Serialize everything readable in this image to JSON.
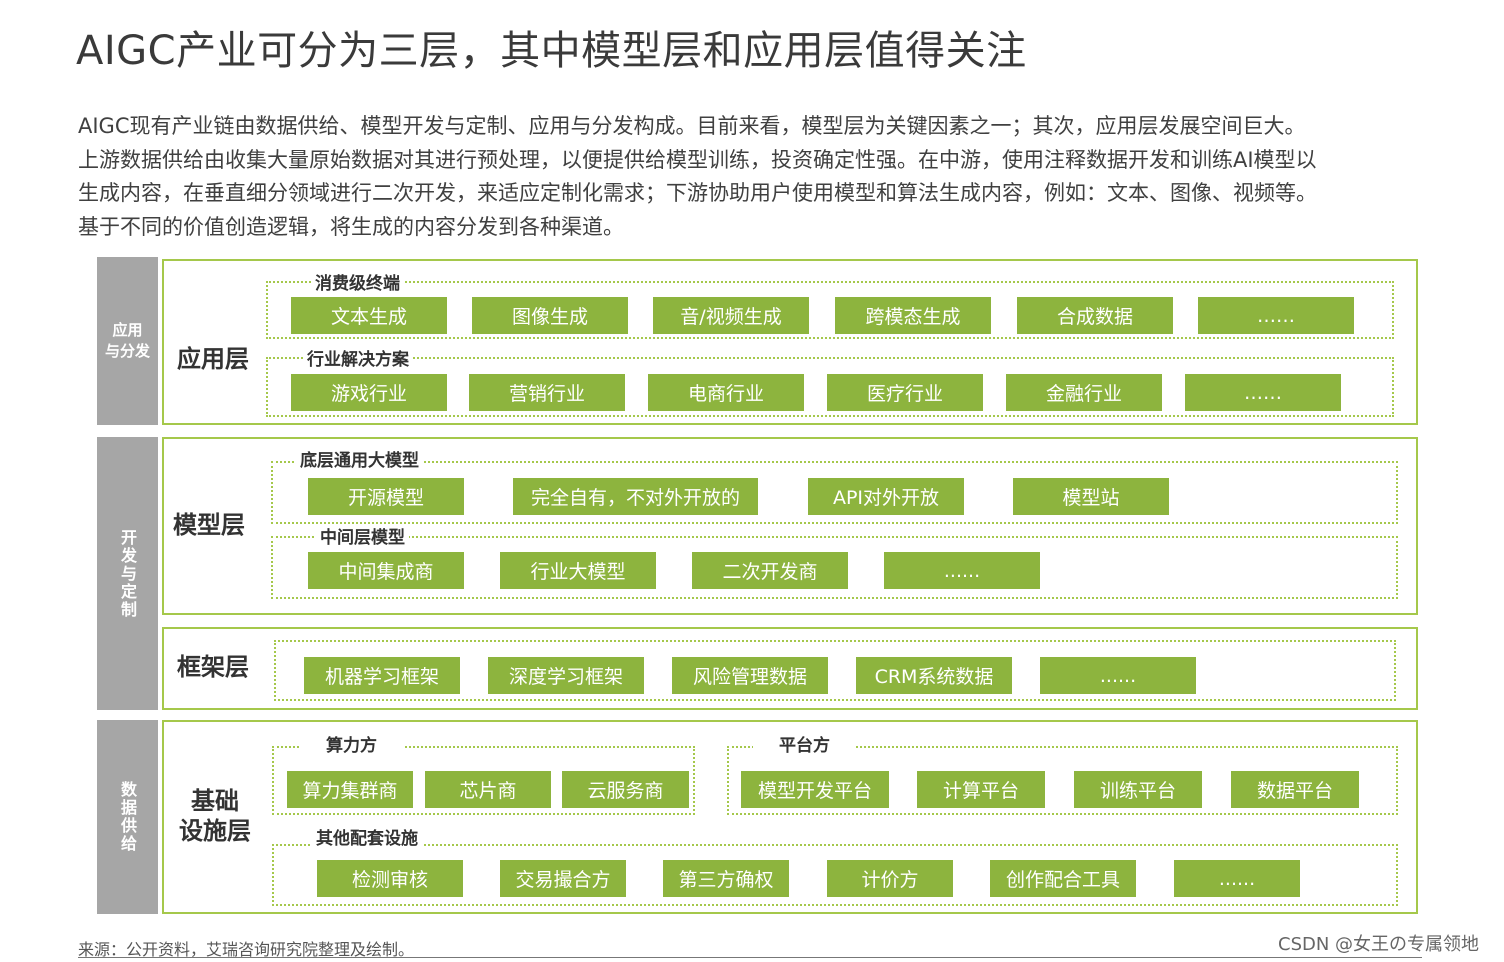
{
  "title": "AIGC产业可分为三层，其中模型层和应用层值得关注",
  "intro_lines": [
    "AIGC现有产业链由数据供给、模型开发与定制、应用与分发构成。目前来看，模型层为关键因素之一；其次，应用层发展空间巨大。",
    "上游数据供给由收集大量原始数据对其进行预处理，以便提供给模型训练，投资确定性强。在中游，使用注释数据开发和训练AI模型以",
    "生成内容，在垂直细分领域进行二次开发，来适应定制化需求；下游协助用户使用模型和算法生成内容，例如：文本、图像、视频等。",
    "基于不同的价值创造逻辑，将生成的内容分发到各种渠道。"
  ],
  "sidebar": {
    "app": [
      "应用",
      "与分发"
    ],
    "dev": "开发与定制",
    "data": "数据供给"
  },
  "application": {
    "label": "应用层",
    "consumer": {
      "title": "消费级终端",
      "items": [
        "文本生成",
        "图像生成",
        "音/视频生成",
        "跨模态生成",
        "合成数据",
        "……"
      ]
    },
    "industry": {
      "title": "行业解决方案",
      "items": [
        "游戏行业",
        "营销行业",
        "电商行业",
        "医疗行业",
        "金融行业",
        "……"
      ]
    }
  },
  "model": {
    "label": "模型层",
    "base": {
      "title": "底层通用大模型",
      "items": [
        "开源模型",
        "完全自有，不对外开放的",
        "API对外开放",
        "模型站"
      ]
    },
    "middle": {
      "title": "中间层模型",
      "items": [
        "中间集成商",
        "行业大模型",
        "二次开发商",
        "......"
      ]
    }
  },
  "framework": {
    "label": "框架层",
    "items": [
      "机器学习框架",
      "深度学习框架",
      "风险管理数据",
      "CRM系统数据",
      "......"
    ]
  },
  "infra": {
    "label": [
      "基础",
      "设施层"
    ],
    "compute": {
      "title": "算力方",
      "items": [
        "算力集群商",
        "芯片商",
        "云服务商"
      ]
    },
    "platform": {
      "title": "平台方",
      "items": [
        "模型开发平台",
        "计算平台",
        "训练平台",
        "数据平台"
      ]
    },
    "other": {
      "title": "其他配套设施",
      "items": [
        "检测审核",
        "交易撮合方",
        "第三方确权",
        "计价方",
        "创作配合工具",
        "......"
      ]
    }
  },
  "source": "来源：公开资料，艾瑞咨询研究院整理及绘制。",
  "watermark": "CSDN @女王の专属领地",
  "colors": {
    "accent": "#8db43e",
    "border": "#a5c84b",
    "sidebar": "#a6a6a6"
  }
}
